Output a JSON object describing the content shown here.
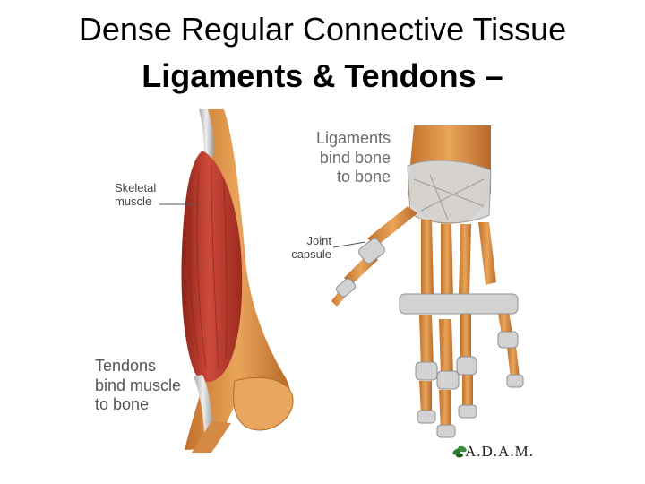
{
  "slide": {
    "title_line1": "Dense Regular Connective Tissue",
    "title_line2": "Ligaments & Tendons –"
  },
  "figure": {
    "labels": {
      "skeletal_muscle": "Skeletal\nmuscle",
      "ligaments": "Ligaments\nbind bone\nto bone",
      "joint_capsule": "Joint\ncapsule",
      "tendons": "Tendons\nbind muscle\nto bone"
    },
    "logo_text": "A.D.A.M.",
    "colors": {
      "muscle": "#b8382c",
      "bone": "#d98a3c",
      "tendon": "#cfcfcf"
    }
  }
}
